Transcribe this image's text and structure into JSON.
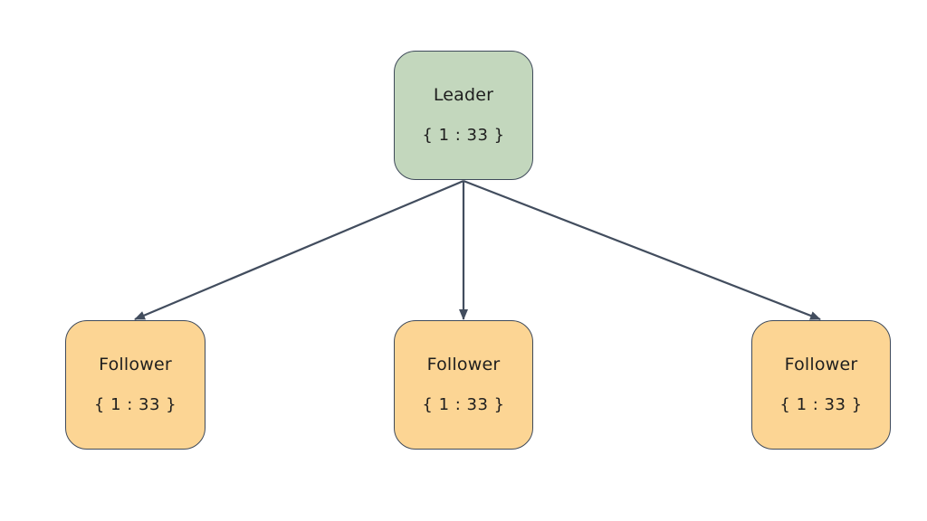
{
  "nodes": {
    "leader": {
      "label": "Leader",
      "value": "{ 1 : 33 }"
    },
    "followers": [
      {
        "label": "Follower",
        "value": "{ 1 : 33 }"
      },
      {
        "label": "Follower",
        "value": "{ 1 : 33 }"
      },
      {
        "label": "Follower",
        "value": "{ 1 : 33 }"
      }
    ]
  },
  "edges": [
    {
      "from": "leader",
      "to": "followers.0"
    },
    {
      "from": "leader",
      "to": "followers.1"
    },
    {
      "from": "leader",
      "to": "followers.2"
    }
  ],
  "colors": {
    "leader_fill": "#c3d7bd",
    "follower_fill": "#fcd594",
    "border": "#3f4a5a",
    "arrow": "#424d5e",
    "text": "#1e1e1e"
  }
}
